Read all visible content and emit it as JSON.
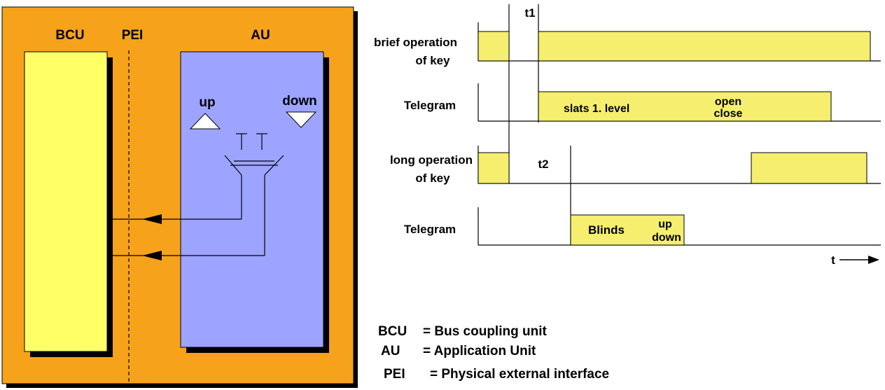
{
  "module": {
    "bcu_label": "BCU",
    "pei_label": "PEI",
    "au_label": "AU",
    "up_label": "up",
    "down_label": "down"
  },
  "timing": {
    "t1_label": "t1",
    "t2_label": "t2",
    "t_axis_label": "t",
    "rows": {
      "brief_line1": "brief operation",
      "brief_line2": "of key",
      "telegram1": "Telegram",
      "long_line1": "long operation",
      "long_line2": "of key",
      "telegram2": "Telegram"
    },
    "telegram1_text": "slats 1. level",
    "telegram1_open": "open",
    "telegram1_close": "close",
    "telegram2_text": "Blinds",
    "telegram2_up": "up",
    "telegram2_down": "down"
  },
  "legend": [
    {
      "abbr": "BCU",
      "desc": "= Bus coupling unit"
    },
    {
      "abbr": "AU",
      "desc": "= Application Unit"
    },
    {
      "abbr": "PEI",
      "desc": "= Physical external interface"
    }
  ],
  "colors": {
    "orange": "#F7A21B",
    "yellow": "#FFFF66",
    "blue": "#9DA4FF",
    "pulse": "#F5EE6E",
    "shadow": "#000000"
  }
}
